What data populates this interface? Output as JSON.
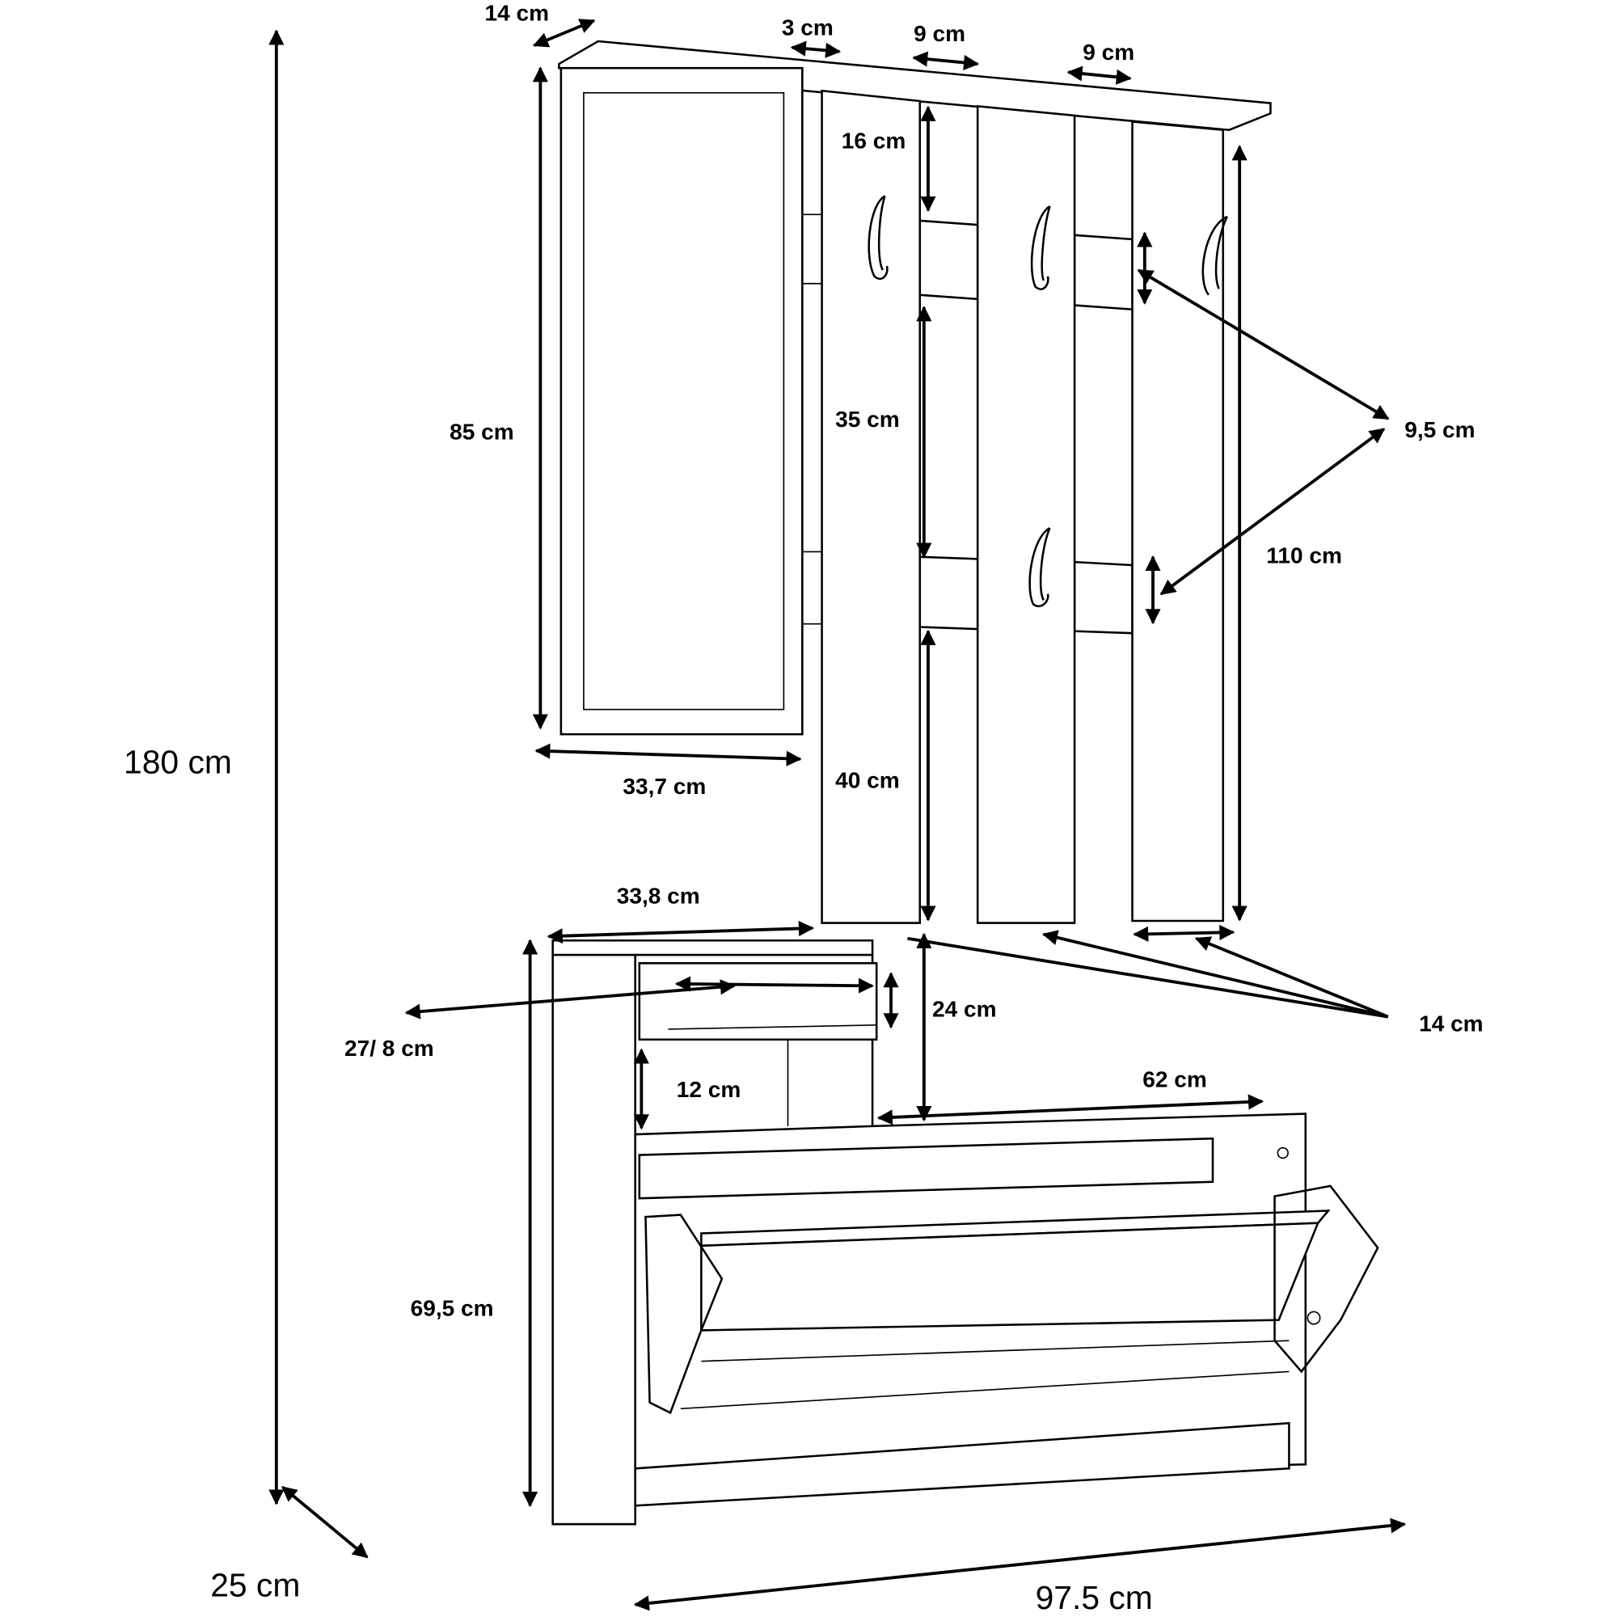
{
  "title": "Hallway furniture set dimensions",
  "labels": {
    "top_depth": "14 cm",
    "gap_small": "3 cm",
    "panel_width_1": "9 cm",
    "panel_width_2": "9 cm",
    "top_offset": "16 cm",
    "mirror_height": "85 cm",
    "hook_spacing": "35 cm",
    "hook_bar": "9,5 cm",
    "panel_height": "110 cm",
    "total_height": "180 cm",
    "mirror_width": "33,7 cm",
    "bottom_offset": "40 cm",
    "cabinet_top_width": "33,8 cm",
    "panel_depth": "14 cm",
    "gap_to_cabinet": "24 cm",
    "drawer_dims": "27/ 8 cm",
    "shelf_height": "12 cm",
    "shoe_width": "62 cm",
    "cabinet_height": "69,5 cm",
    "total_depth": "25 cm",
    "total_width": "97.5 cm"
  }
}
